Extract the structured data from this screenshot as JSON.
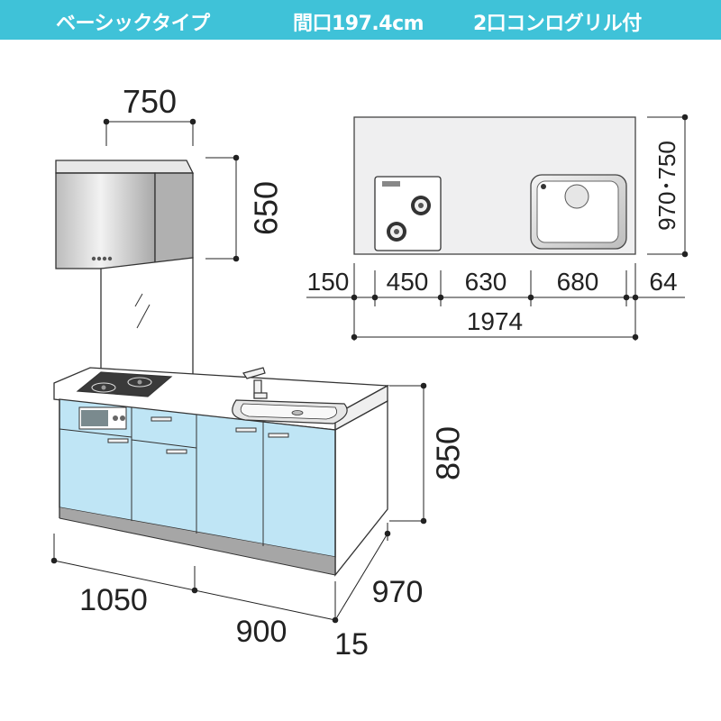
{
  "header": {
    "type_label": "ベーシックタイプ",
    "width_label": "間口197.4cm",
    "stove_label": "2口コンログリル付"
  },
  "dimensions": {
    "hood_width": "750",
    "hood_height": "650",
    "counter_height": "850",
    "depth": "970",
    "left_width": "1050",
    "right_width": "900",
    "kick_depth": "15",
    "plan_depth": "970･750",
    "plan_seg_1": "150",
    "plan_seg_2": "450",
    "plan_seg_3": "630",
    "plan_seg_4": "680",
    "plan_seg_5": "64",
    "plan_total": "1974"
  },
  "colors": {
    "header_bg": "#3fc2d8",
    "cabinet_blue": "#bfe5f5",
    "line": "#222222",
    "hood_gray": "#d4d4d4"
  }
}
